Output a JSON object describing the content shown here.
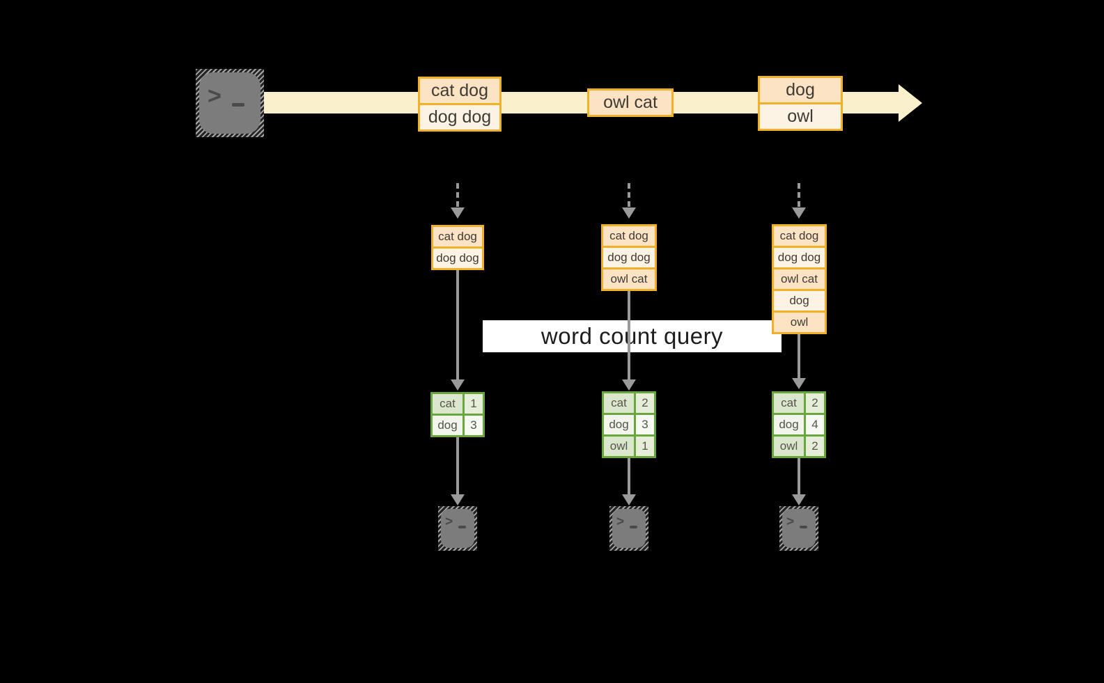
{
  "query": {
    "label": "word count query"
  },
  "source_icon": {
    "name": "terminal",
    "glyph_chevron": ">",
    "glyph_underscore": ""
  },
  "sink_icons": [
    {
      "name": "terminal",
      "glyph_chevron": ">"
    },
    {
      "name": "terminal",
      "glyph_chevron": ">"
    },
    {
      "name": "terminal",
      "glyph_chevron": ">"
    }
  ],
  "stream": {
    "messages": [
      {
        "lines": [
          "cat dog",
          "dog dog"
        ]
      },
      {
        "lines": [
          "owl cat"
        ]
      },
      {
        "lines": [
          "dog",
          "owl"
        ]
      }
    ]
  },
  "stacks": [
    {
      "cells": [
        "cat dog",
        "dog dog"
      ]
    },
    {
      "cells": [
        "cat dog",
        "dog dog",
        "owl cat"
      ]
    },
    {
      "cells": [
        "cat dog",
        "dog dog",
        "owl cat",
        "dog",
        "owl"
      ]
    }
  ],
  "count_tables": [
    {
      "rows": [
        {
          "word": "cat",
          "count": 1
        },
        {
          "word": "dog",
          "count": 3
        }
      ]
    },
    {
      "rows": [
        {
          "word": "cat",
          "count": 2
        },
        {
          "word": "dog",
          "count": 3
        },
        {
          "word": "owl",
          "count": 1
        }
      ]
    },
    {
      "rows": [
        {
          "word": "cat",
          "count": 2
        },
        {
          "word": "dog",
          "count": 4
        },
        {
          "word": "owl",
          "count": 2
        }
      ]
    }
  ],
  "colors": {
    "stream_arrow": "#faf0cc",
    "box_border": "#f0b028",
    "cell_peach": "#fbe3c4",
    "cell_cream": "#fdf3e5",
    "table_border": "#6aa63e",
    "table_cell_green": "#dbe7cc",
    "table_cell_light": "#f1f5eb",
    "connector_gray": "#9a9a9a",
    "banner_bg": "#ffffff"
  }
}
